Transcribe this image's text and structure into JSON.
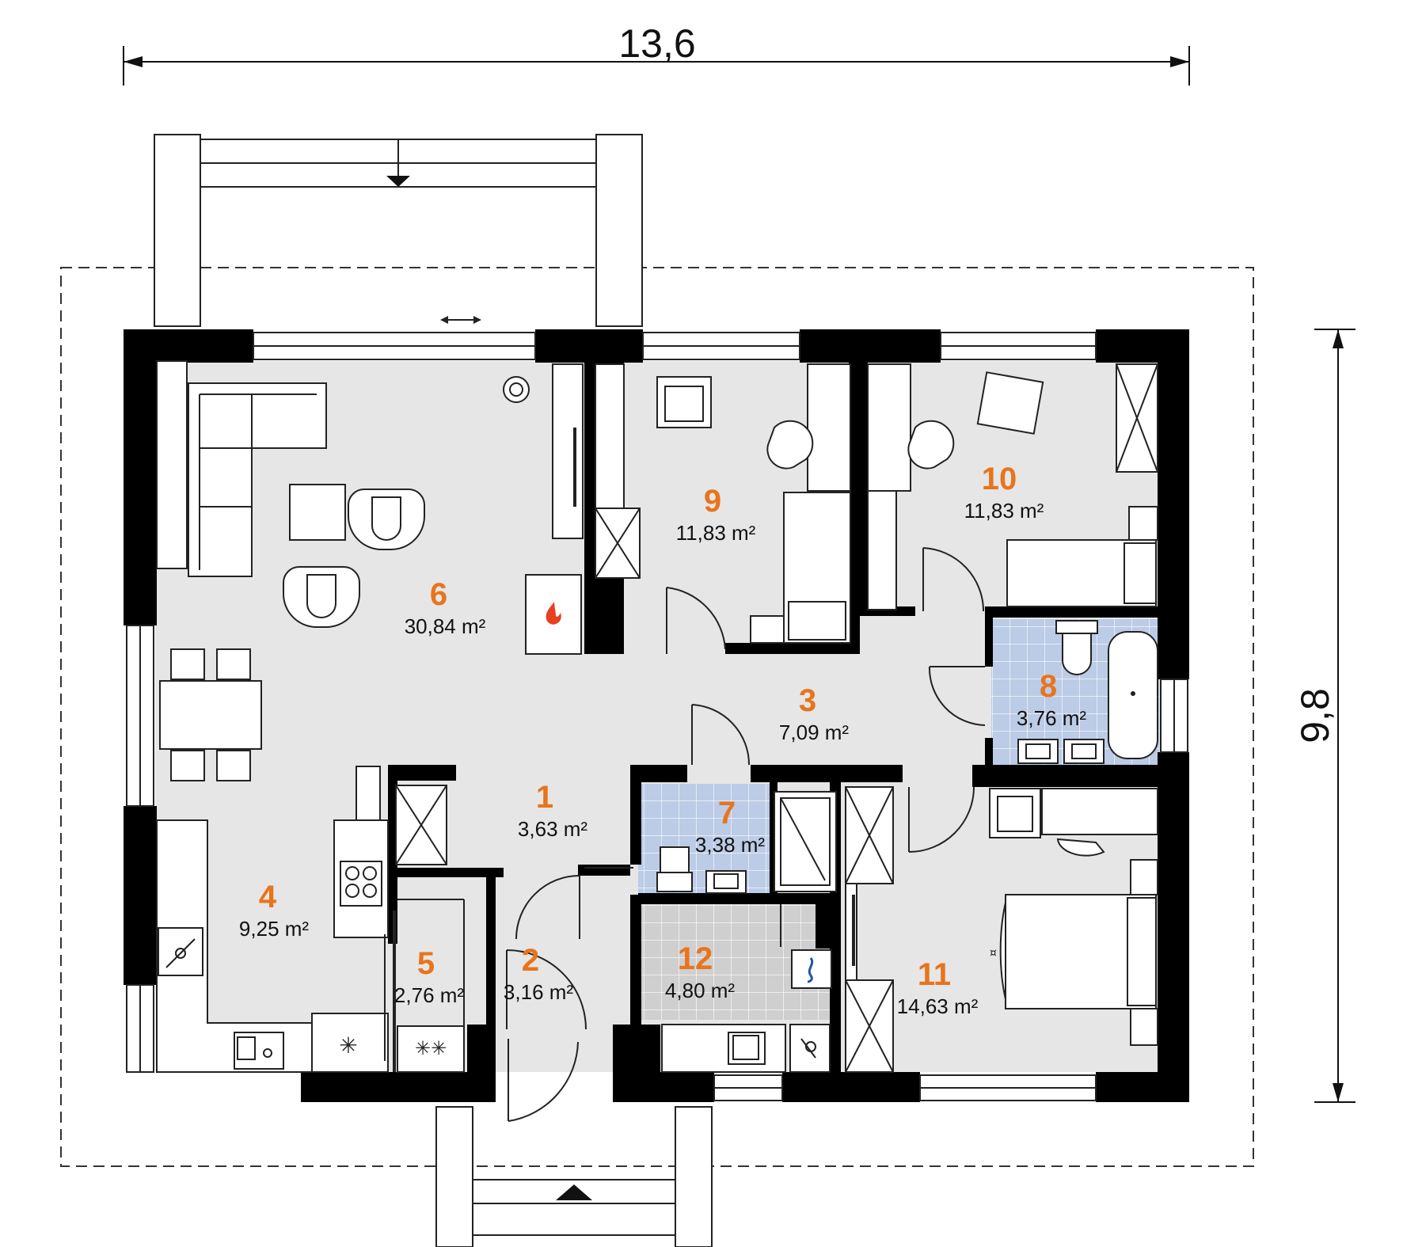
{
  "dimensions": {
    "width": "13,6",
    "depth": "9,8"
  },
  "rooms": [
    {
      "number": "1",
      "area": "3,63 m²"
    },
    {
      "number": "2",
      "area": "3,16 m²"
    },
    {
      "number": "3",
      "area": "7,09 m²"
    },
    {
      "number": "4",
      "area": "9,25 m²"
    },
    {
      "number": "5",
      "area": "2,76 m²"
    },
    {
      "number": "6",
      "area": "30,84 m²"
    },
    {
      "number": "7",
      "area": "3,38 m²"
    },
    {
      "number": "8",
      "area": "3,76 m²"
    },
    {
      "number": "9",
      "area": "11,83 m²"
    },
    {
      "number": "10",
      "area": "11,83 m²"
    },
    {
      "number": "11",
      "area": "14,63 m²"
    },
    {
      "number": "12",
      "area": "4,80 m²"
    }
  ],
  "colors": {
    "room_fill": "#e6e6e6",
    "tile_fill": "#bccbe6",
    "utility_fill": "#cfcfcf",
    "wall": "#000000",
    "label_number": "#e8741c"
  }
}
